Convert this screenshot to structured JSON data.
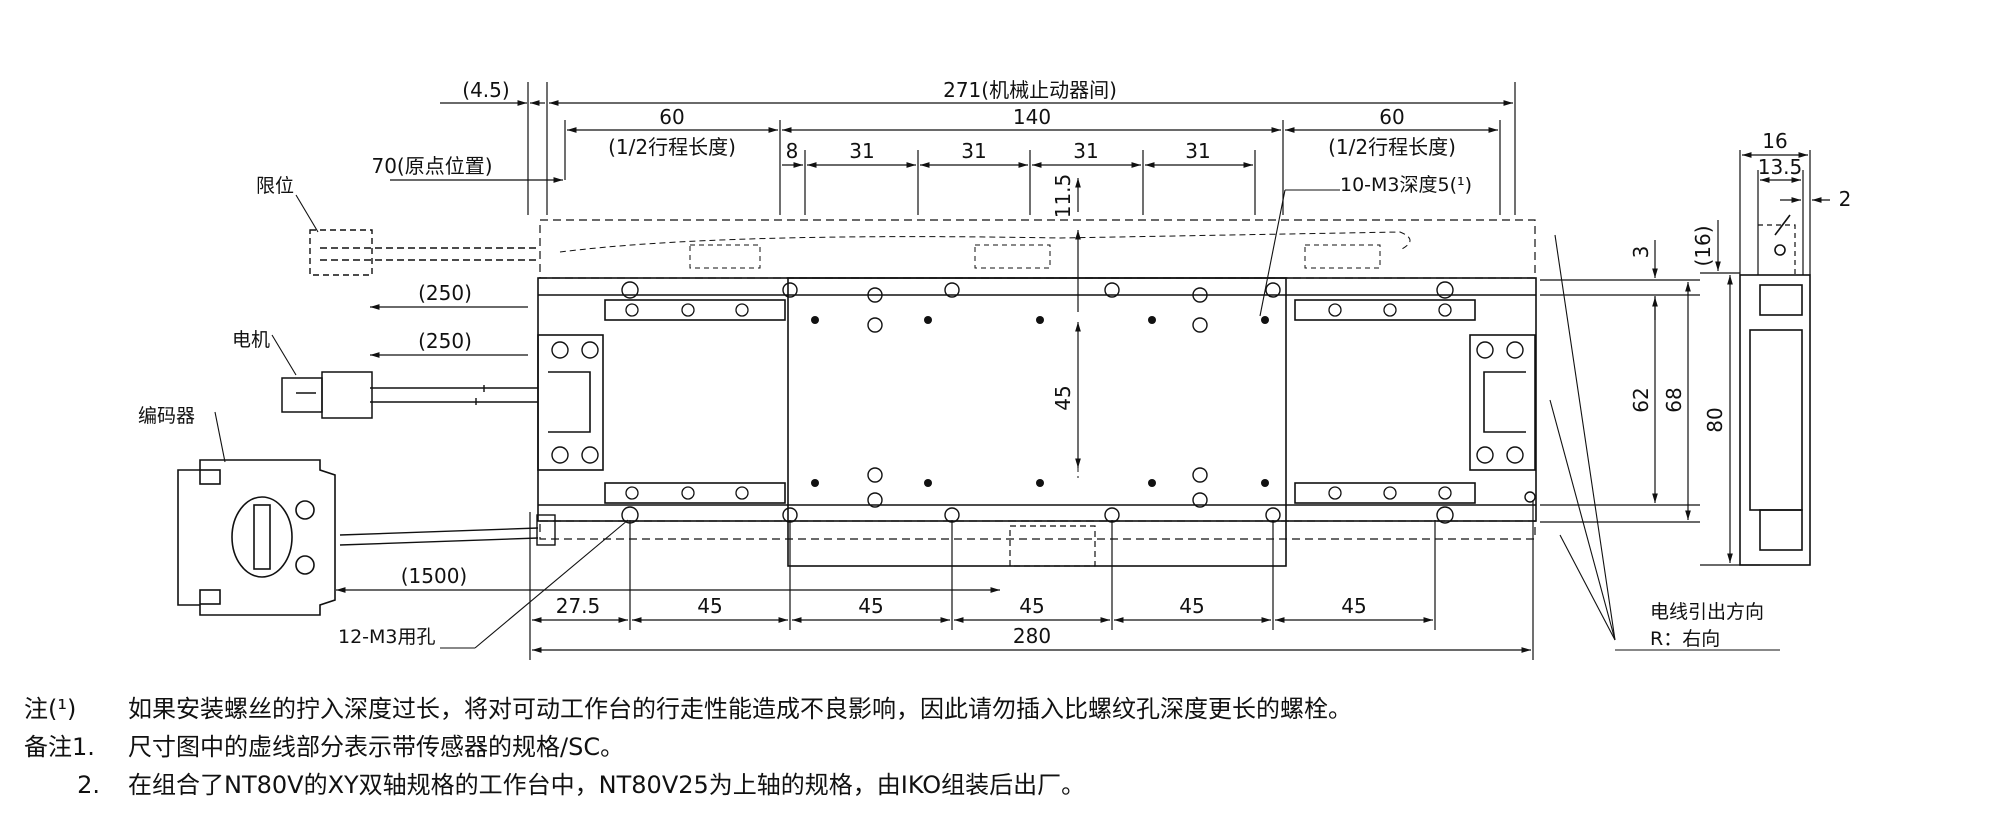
{
  "dimensions": {
    "d_4_5": "(4.5)",
    "d_271": "271(机械止动器间)",
    "d_60_left": "60",
    "d_140": "140",
    "d_60_right": "60",
    "half_stroke_left": "(1/2行程长度)",
    "half_stroke_right": "(1/2行程长度)",
    "d_8": "8",
    "d_31_a": "31",
    "d_31_b": "31",
    "d_31_c": "31",
    "d_31_d": "31",
    "d_11_5": "11.5",
    "d_70": "70(原点位置)",
    "d_250_a": "(250)",
    "d_250_b": "(250)",
    "d_1500": "(1500)",
    "d_45_center": "45",
    "d_27_5": "27.5",
    "d_45_1": "45",
    "d_45_2": "45",
    "d_45_3": "45",
    "d_45_4": "45",
    "d_45_5": "45",
    "d_280": "280",
    "d_62": "62",
    "d_68": "68",
    "d_3": "3",
    "d_16": "16",
    "d_13_5": "13.5",
    "d_2": "2",
    "d_16_paren": "(16)",
    "d_80": "80"
  },
  "labels": {
    "limit": "限位",
    "motor": "电机",
    "encoder": "编码器",
    "tap_holes": "10-M3深度5(¹)",
    "mount_holes": "12-M3用孔",
    "cable_dir_1": "电线引出方向",
    "cable_dir_2": "R：右向"
  },
  "notes": [
    {
      "key": "注(¹)",
      "text": "如果安装螺丝的拧入深度过长，将对可动工作台的行走性能造成不良影响，因此请勿插入比螺纹孔深度更长的螺栓。"
    },
    {
      "key": "备注1.",
      "text": "尺寸图中的虚线部分表示带传感器的规格/SC。"
    },
    {
      "key": "2.",
      "text": "在组合了NT80V的XY双轴规格的工作台中，NT80V25为上轴的规格，由IKO组装后出厂。"
    }
  ]
}
